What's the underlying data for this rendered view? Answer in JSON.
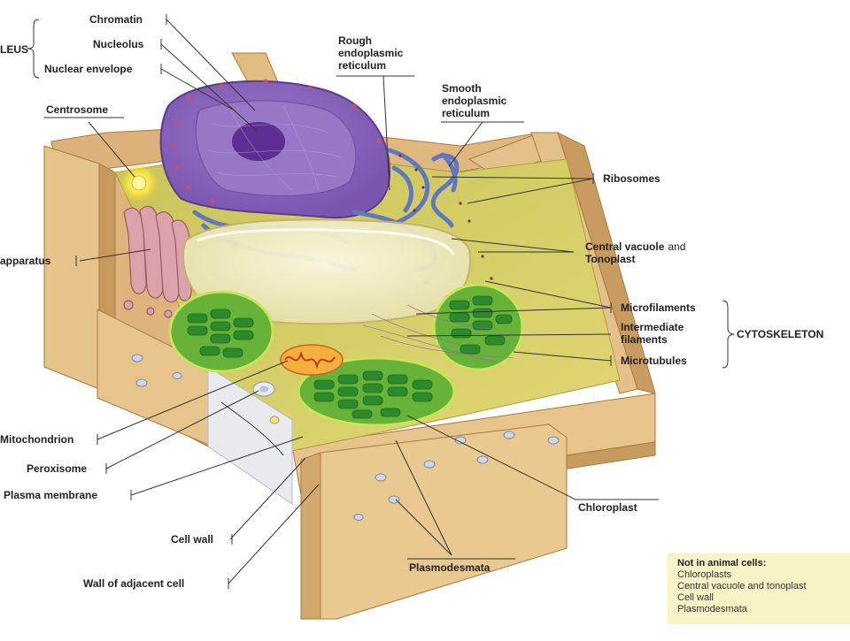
{
  "labels": {
    "nucleus": "LEUS",
    "chromatin": "Chromatin",
    "nucleolus": "Nucleolus",
    "nuclear_envelope": "Nuclear envelope",
    "rough_er": [
      "Rough",
      "endoplasmic",
      "reticulum"
    ],
    "smooth_er": [
      "Smooth",
      "endoplasmic",
      "reticulum"
    ],
    "centrosome": "Centrosome",
    "ribosomes": "Ribosomes",
    "golgi": "apparatus",
    "central_vacuole": "Central vacuole",
    "central_vacuole_and": "and",
    "tonoplast": "Tonoplast",
    "microfilaments": "Microfilaments",
    "intermediate_filaments": [
      "Intermediate",
      "filaments"
    ],
    "cytoskeleton": "CYTOSKELETON",
    "microtubules": "Microtubules",
    "mitochondrion": "Mitochondrion",
    "peroxisome": "Peroxisome",
    "plasma_membrane": "Plasma membrane",
    "chloroplast": "Chloroplast",
    "cell_wall": "Cell wall",
    "plasmodesmata": "Plasmodesmata",
    "wall_of_adjacent_cell": "Wall of adjacent cell"
  },
  "legend": {
    "title": "Not in animal cells:",
    "items": [
      "Chloroplasts",
      "Central vacuole and tonoplast",
      "Cell wall",
      "Plasmodesmata"
    ]
  },
  "colors": {
    "wall": "#e6c38a",
    "wall_dark": "#b98a4a",
    "cytoplasm": "#dcd36a",
    "nucleus": "#8a63b8",
    "er": "#6f86c8",
    "vacuole": "#f3efc8",
    "chloroplast": "#4fae3a",
    "golgi": "#d9a0a8",
    "mitochondrion": "#e8742a",
    "legend_bg": "#f8f2c4"
  }
}
